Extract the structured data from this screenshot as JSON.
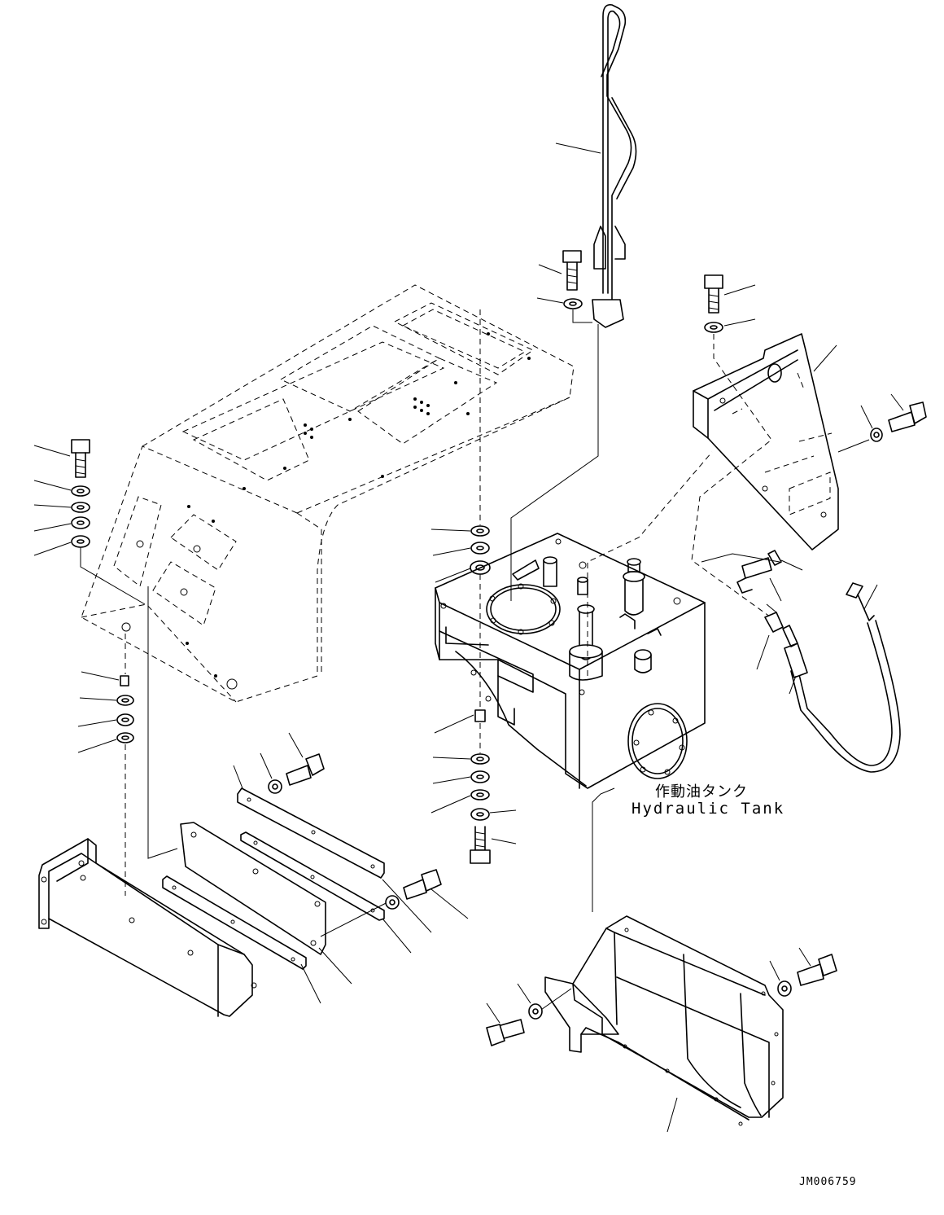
{
  "labels": {
    "tank_japanese": "作動油タンク",
    "tank_english": "Hydraulic Tank",
    "drawing_code": "JM006759"
  },
  "colors": {
    "line": "#000000",
    "background": "#ffffff"
  }
}
